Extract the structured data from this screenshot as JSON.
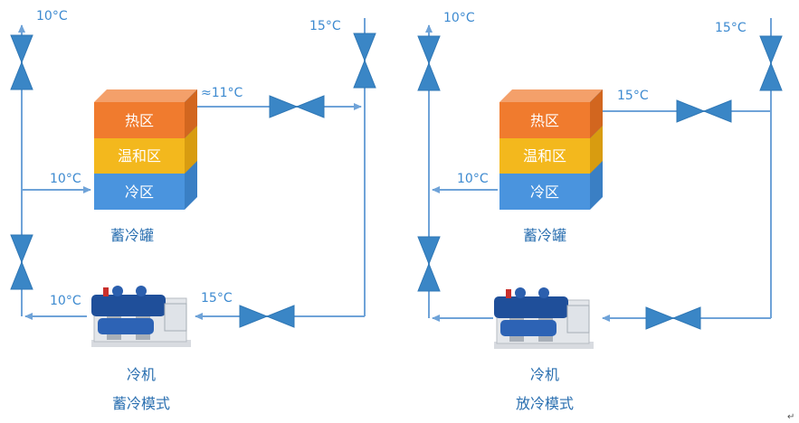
{
  "left_panel": {
    "temps": {
      "top_left": "10°C",
      "top_right": "15°C",
      "tank_outlet": "≈11°C",
      "tank_inlet": "10°C",
      "chiller_out": "10°C",
      "chiller_in": "15°C"
    },
    "tank": {
      "hot_zone": "热区",
      "mild_zone": "温和区",
      "cold_zone": "冷区",
      "label": "蓄冷罐"
    },
    "chiller_label": "冷机",
    "mode_label": "蓄冷模式"
  },
  "right_panel": {
    "temps": {
      "top_left": "10°C",
      "top_right": "15°C",
      "tank_inlet": "15°C",
      "tank_outlet": "10°C"
    },
    "tank": {
      "hot_zone": "热区",
      "mild_zone": "温和区",
      "cold_zone": "冷区",
      "label": "蓄冷罐"
    },
    "chiller_label": "冷机",
    "mode_label": "放冷模式"
  },
  "colors": {
    "hot_zone": "#f07b2e",
    "mild_zone": "#f3b81d",
    "cold_zone": "#4a94de",
    "pipe": "#6fa3d8",
    "valve": "#3a86c6"
  },
  "corner_mark": "↵"
}
